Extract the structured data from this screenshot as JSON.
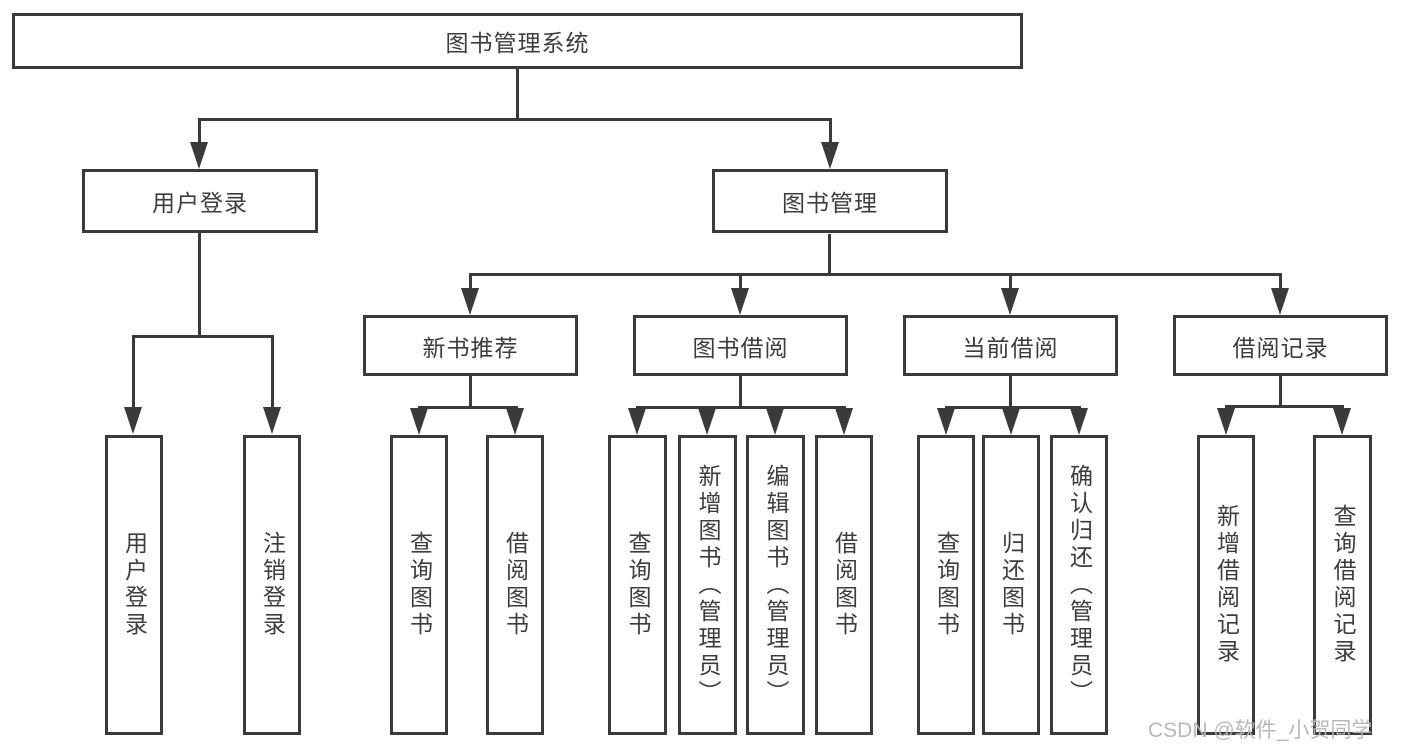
{
  "tree": {
    "root": {
      "label": "图书管理系统"
    },
    "branches": [
      {
        "label": "用户登录",
        "children": [
          {
            "label": "用户登录"
          },
          {
            "label": "注销登录"
          }
        ]
      },
      {
        "label": "图书管理",
        "children": [
          {
            "label": "新书推荐",
            "children": [
              {
                "label": "查询图书"
              },
              {
                "label": "借阅图书"
              }
            ]
          },
          {
            "label": "图书借阅",
            "children": [
              {
                "label": "查询图书"
              },
              {
                "label": "新增图书（管理员）"
              },
              {
                "label": "编辑图书（管理员）"
              },
              {
                "label": "借阅图书"
              }
            ]
          },
          {
            "label": "当前借阅",
            "children": [
              {
                "label": "查询图书"
              },
              {
                "label": "归还图书"
              },
              {
                "label": "确认归还（管理员）"
              }
            ]
          },
          {
            "label": "借阅记录",
            "children": [
              {
                "label": "新增借阅记录"
              },
              {
                "label": "查询借阅记录"
              }
            ]
          }
        ]
      }
    ]
  },
  "watermark": {
    "text": "CSDN @软件_小贺同学"
  },
  "colors": {
    "line": "#3a3a3a",
    "text": "#3d3d3d",
    "background": "#ffffff",
    "watermark": "#b6b6b6"
  }
}
